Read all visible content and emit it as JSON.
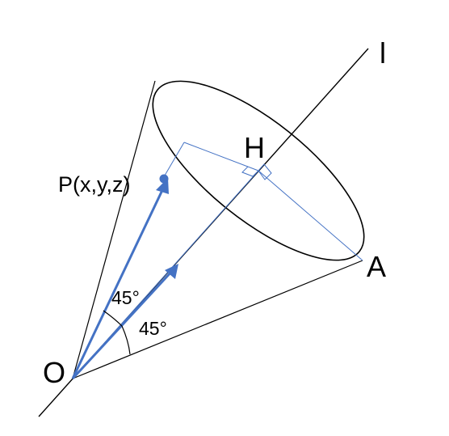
{
  "labels": {
    "line": "l",
    "h": "H",
    "p": "P(x,y,z)",
    "a": "A",
    "o": "O",
    "angle_upper": "45°",
    "angle_lower": "45°"
  },
  "colors": {
    "stroke": "#000000",
    "accent": "#4472C4",
    "background": "#ffffff"
  }
}
